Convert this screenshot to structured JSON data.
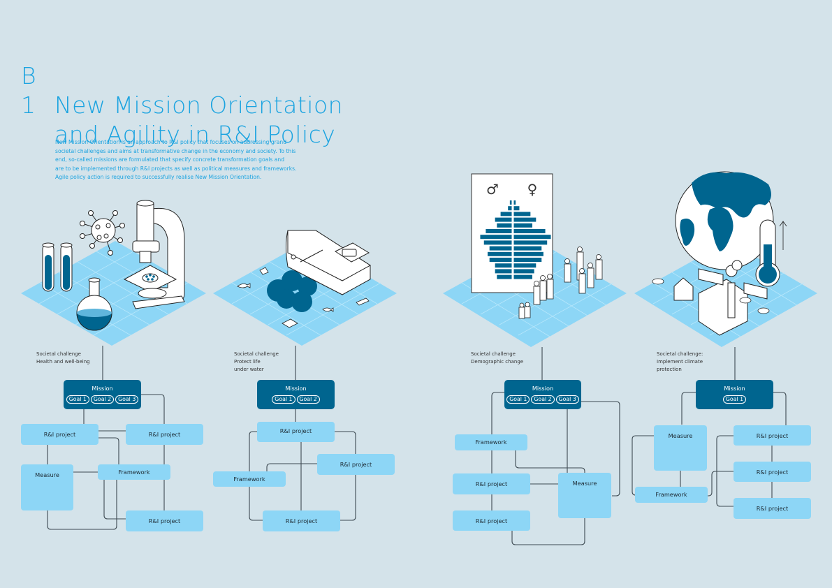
{
  "header": {
    "number": "B 1",
    "title_line1": "New Mission Orientation",
    "title_line2": "and Agility in R&I Policy"
  },
  "intro": {
    "lines": [
      "New Mission Orientation is an approach to R&I policy that focuses on addressing grand",
      "societal challenges and aims at transformative change in the economy and society. To this",
      "end, so-called missions are formulated that specify concrete transformation goals and",
      "are to be implemented through R&I projects as well as political measures and frameworks.",
      "Agile policy action is required to successfully realise New Mission Orientation."
    ]
  },
  "colors": {
    "background": "#d4e3ea",
    "accent": "#1aa3e0",
    "mission": "#00658f",
    "element": "#8dd6f6",
    "plate": "#8dd6f6"
  },
  "panels": [
    {
      "illustration": "laboratory-microscope-test-tubes-virus-flask",
      "challenge": [
        "Societal challenge",
        "Health and well-being"
      ],
      "mission": {
        "label": "Mission",
        "goals": [
          "Goal 1",
          "Goal 2",
          "Goal 3"
        ]
      },
      "elements": [
        "R&I project",
        "R&I project",
        "Measure",
        "Framework",
        "R&I project"
      ]
    },
    {
      "illustration": "ship-oil-spill-fish-plastic",
      "challenge": [
        "Societal challenge",
        "Protect life",
        "under water"
      ],
      "mission": {
        "label": "Mission",
        "goals": [
          "Goal 1",
          "Goal 2"
        ]
      },
      "elements": [
        "R&I project",
        "R&I project",
        "Framework",
        "R&I project"
      ]
    },
    {
      "illustration": "population-pyramid-people",
      "challenge": [
        "Societal challenge",
        "Demographic change"
      ],
      "mission": {
        "label": "Mission",
        "goals": [
          "Goal 1",
          "Goal 2",
          "Goal 3"
        ]
      },
      "elements": [
        "Framework",
        "R&I project",
        "Measure",
        "R&I project"
      ],
      "pyramid": {
        "male_symbol": "♂",
        "female_symbol": "♀",
        "male": [
          0.05,
          0.1,
          0.3,
          0.45,
          0.4,
          0.7,
          0.85,
          0.75,
          0.6,
          0.65,
          0.6,
          0.45,
          0.45,
          0.4
        ],
        "female": [
          0.05,
          0.15,
          0.45,
          0.6,
          0.5,
          0.85,
          1.0,
          0.9,
          0.75,
          0.8,
          0.75,
          0.6,
          0.55,
          0.5
        ]
      }
    },
    {
      "illustration": "globe-thermometer-factory-traffic",
      "challenge": [
        "Societal challenge:",
        "Implement climate",
        "protection"
      ],
      "mission": {
        "label": "Mission",
        "goals": [
          "Goal 1"
        ]
      },
      "elements": [
        "Measure",
        "R&I project",
        "R&I project",
        "Framework",
        "R&I project"
      ]
    }
  ]
}
